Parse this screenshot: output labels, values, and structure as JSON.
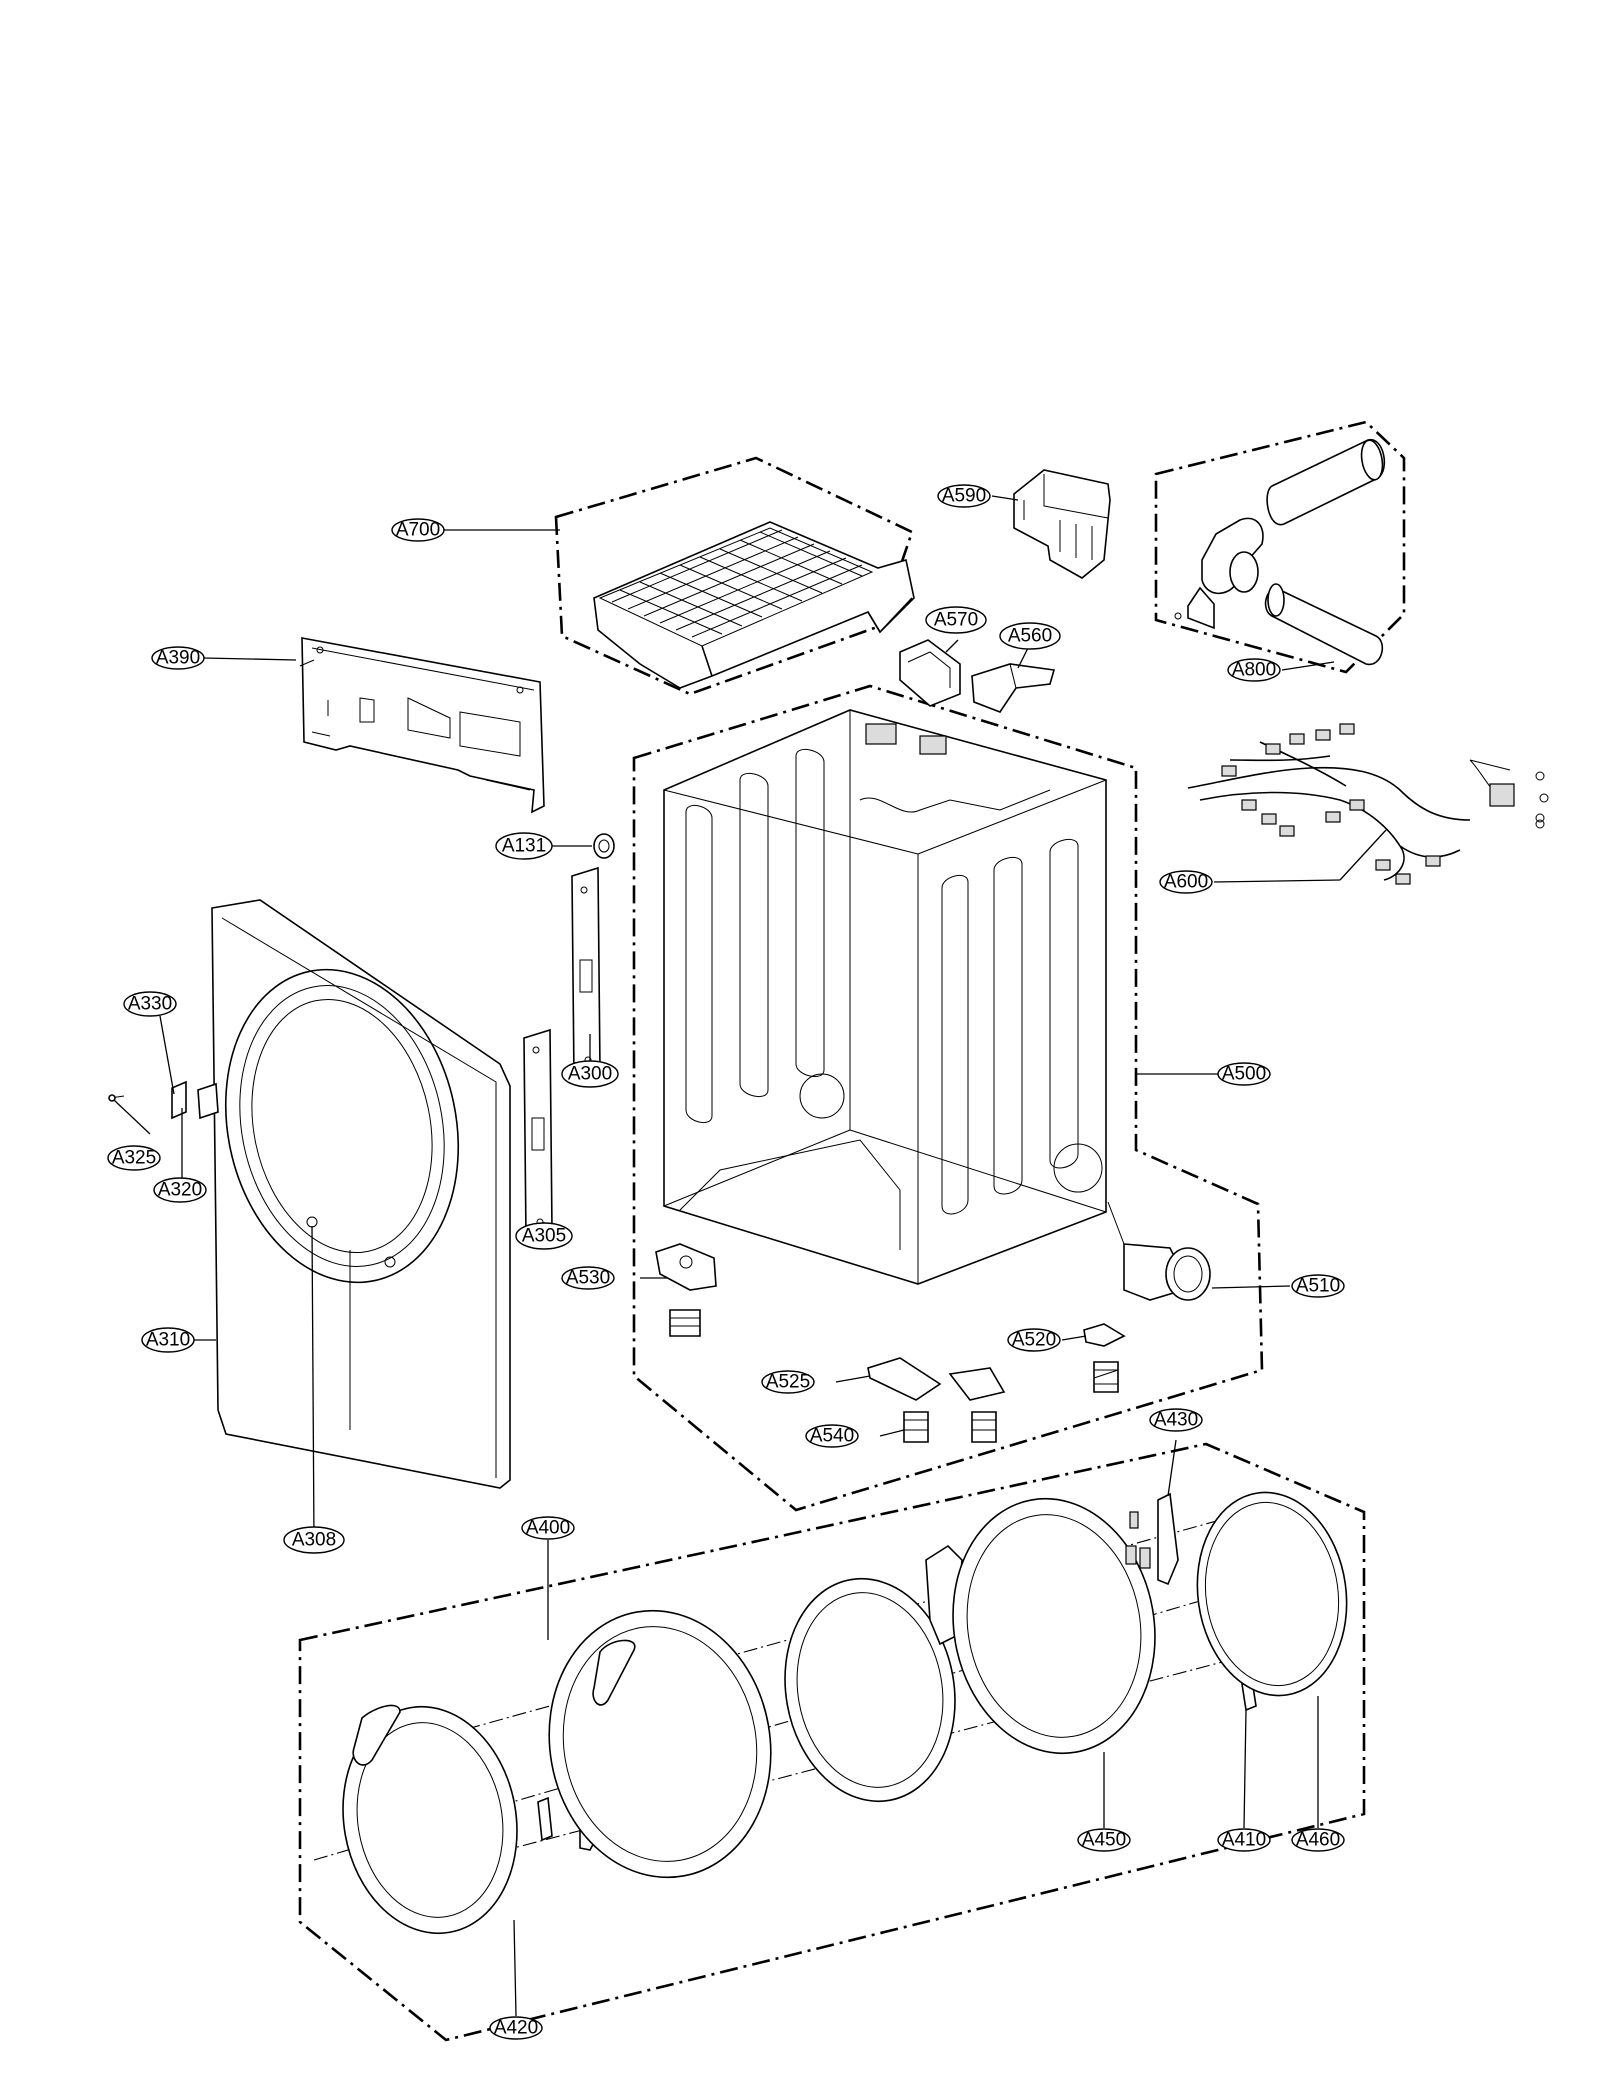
{
  "diagram": {
    "labels": {
      "a700": "A700",
      "a390": "A390",
      "a590": "A590",
      "a570": "A570",
      "a560": "A560",
      "a800": "A800",
      "a600": "A600",
      "a131": "A131",
      "a300": "A300",
      "a330": "A330",
      "a325": "A325",
      "a320": "A320",
      "a305": "A305",
      "a310": "A310",
      "a308": "A308",
      "a500": "A500",
      "a530": "A530",
      "a510": "A510",
      "a520": "A520",
      "a525": "A525",
      "a540": "A540",
      "a430": "A430",
      "a400": "A400",
      "a450": "A450",
      "a410": "A410",
      "a460": "A460",
      "a420": "A420"
    }
  }
}
